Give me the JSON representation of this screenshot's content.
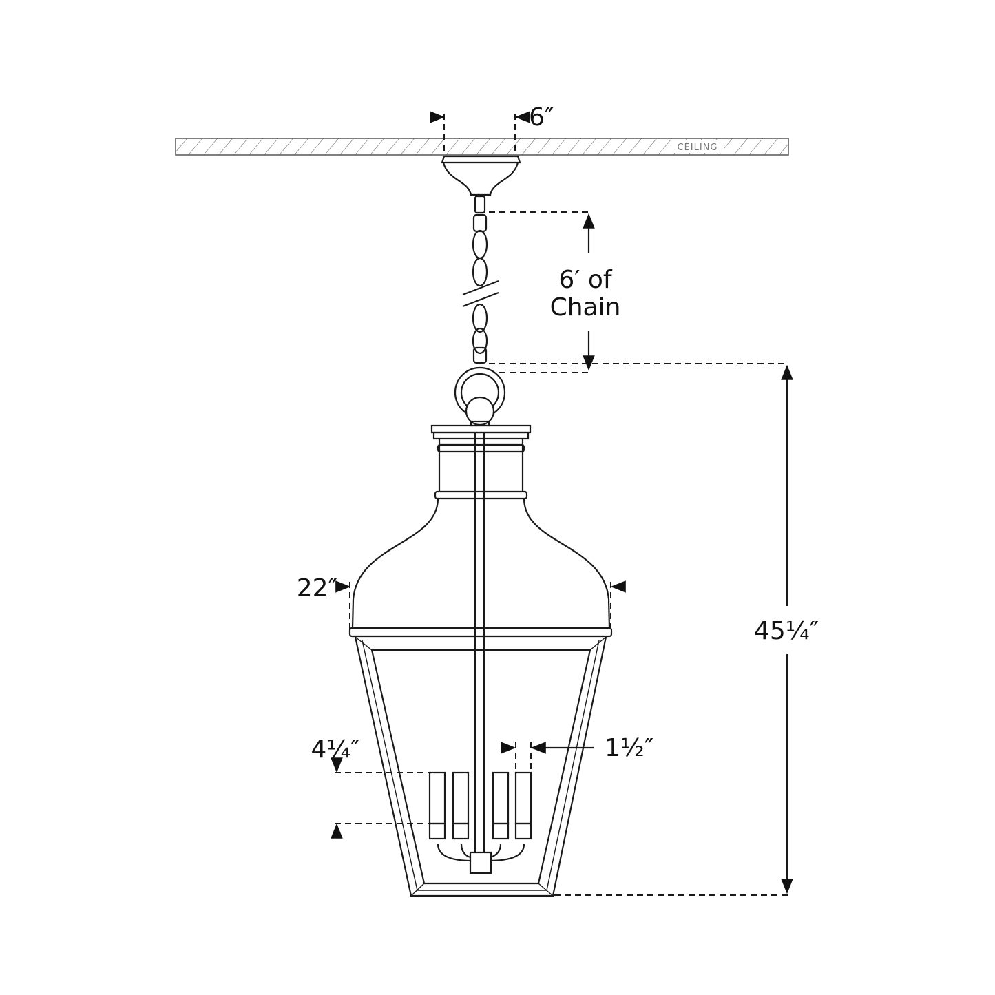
{
  "diagram": {
    "ceiling_label": "CEILING",
    "dimensions": {
      "canopy_width": "6″",
      "chain_length_line1": "6′ of",
      "chain_length_line2": "Chain",
      "overall_height": "45¼″",
      "body_width": "22″",
      "candle_height": "4¼″",
      "candle_width": "1½″"
    },
    "colors": {
      "line": "#1a1a1a",
      "background": "#ffffff"
    }
  }
}
